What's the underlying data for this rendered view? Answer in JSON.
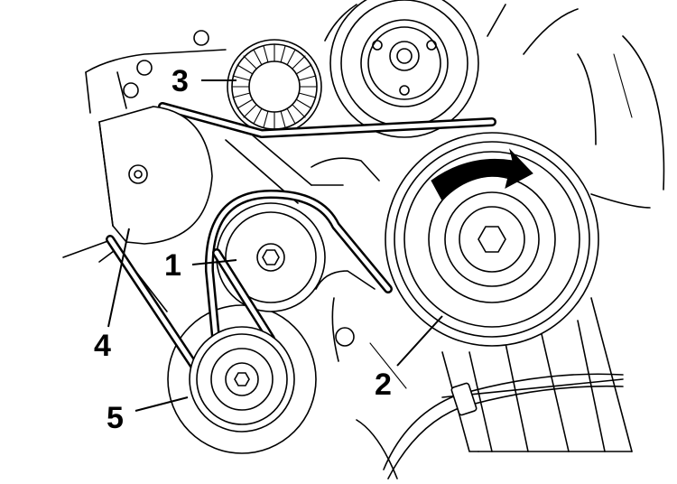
{
  "labels": {
    "idler_pulley": "1",
    "crankshaft_pulley": "2",
    "upper_pulley": "3",
    "tensioner": "4",
    "lower_pulley": "5"
  },
  "icons": {
    "rotation": "rotation-arrow-icon"
  },
  "colors": {
    "ink": "#000000",
    "paper": "#ffffff"
  }
}
